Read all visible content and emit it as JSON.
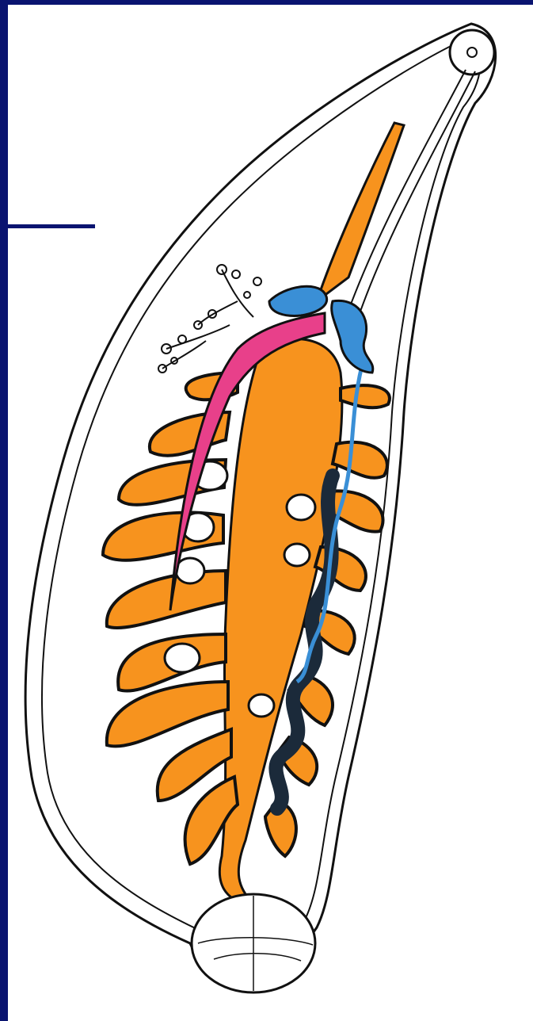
{
  "colors": {
    "frame": "#0a1470",
    "outline": "#111111",
    "gut": "#f7931e",
    "pharynx_gut_anterior": "#f7931e",
    "cirrus_sac": "#e8408a",
    "female_organs": "#3a8fd6",
    "uterus_dark": "#1b2a3a",
    "suckers": "#ffffff",
    "background": "#ffffff"
  },
  "icons": {
    "oral_sucker": "oral-sucker-circle",
    "ventral_sucker": "ventral-sucker-circle",
    "vitelline_glands": "branched-vitelline-clusters"
  }
}
